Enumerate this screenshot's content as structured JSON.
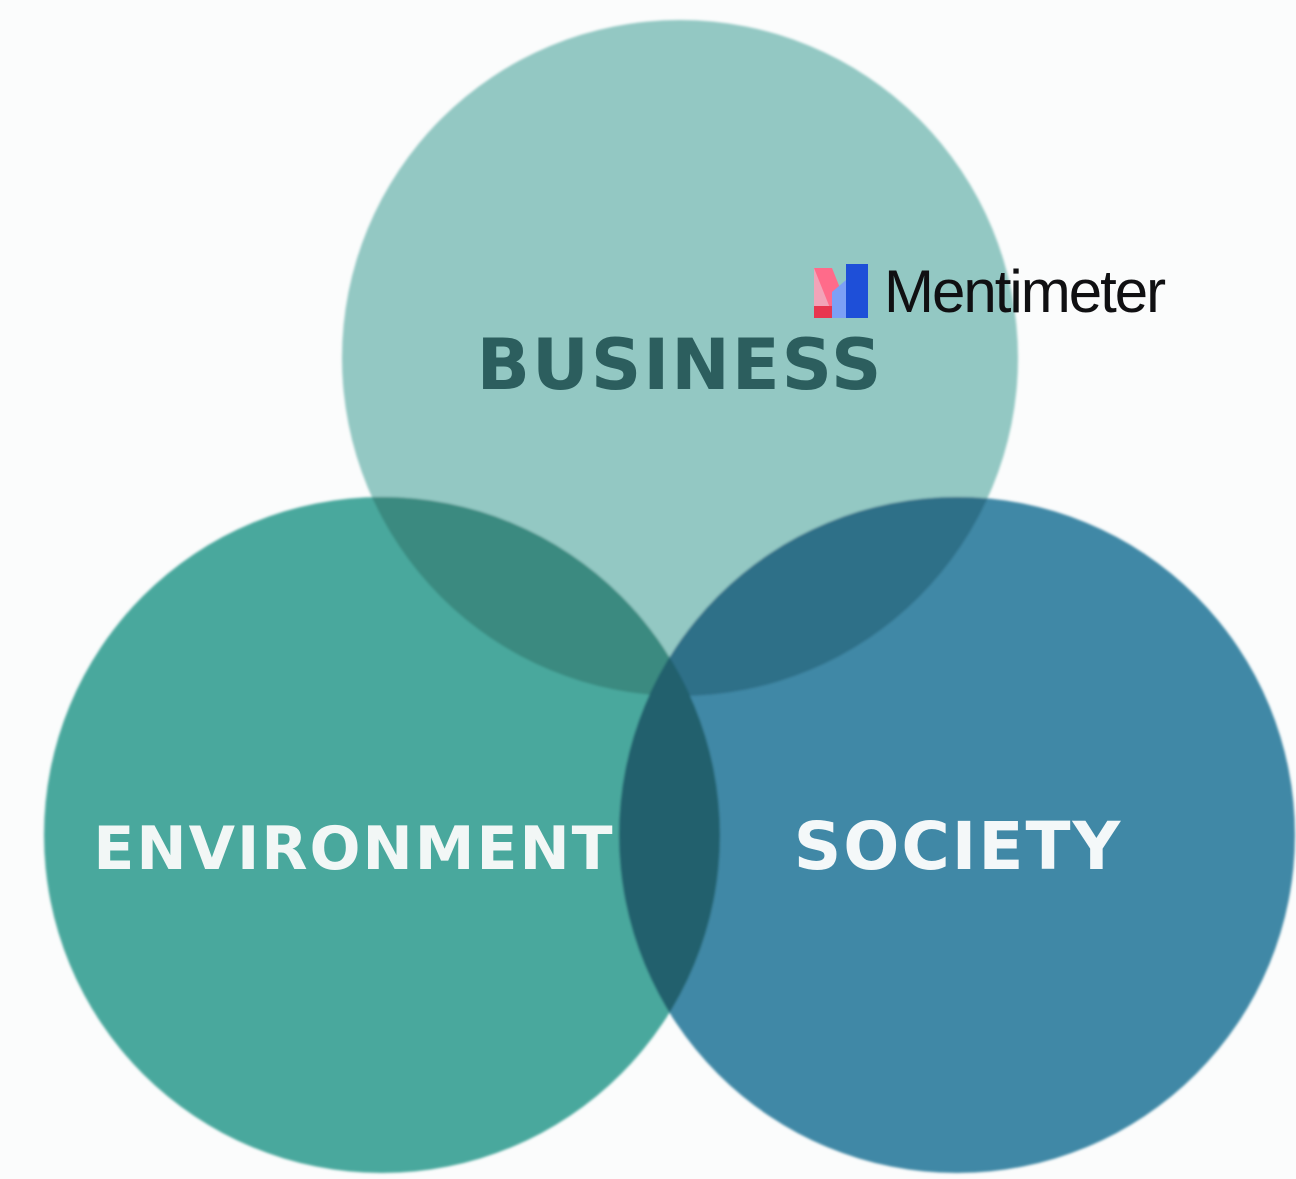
{
  "diagram": {
    "type": "venn",
    "circles": [
      {
        "id": "business",
        "label": "BUSINESS",
        "color": "#93c8c3"
      },
      {
        "id": "environment",
        "label": "ENVIRONMENT",
        "color": "#48a89d"
      },
      {
        "id": "society",
        "label": "SOCIETY",
        "color": "#3f88a6"
      }
    ],
    "overlap_colors": {
      "business_environment": "#3b8a80",
      "business_society": "#2e6f88",
      "all_three": "#23606d"
    },
    "label_colors": {
      "business": "#2c5e5e",
      "environment": "#f2f7f6",
      "society": "#f4f8f9"
    }
  },
  "watermark": {
    "text": "Mentimeter",
    "icon": "mentimeter-logo-icon"
  }
}
